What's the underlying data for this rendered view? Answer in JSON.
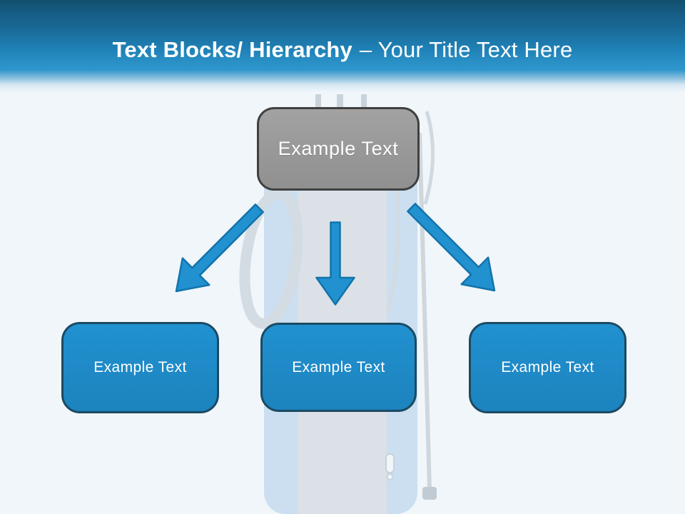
{
  "header": {
    "title_bold": "Text Blocks/ Hierarchy",
    "title_regular": "– Your Title Text Here"
  },
  "diagram": {
    "root": {
      "label": "Example Text"
    },
    "children": [
      {
        "label": "Example Text"
      },
      {
        "label": "Example Text"
      },
      {
        "label": "Example Text"
      }
    ],
    "arrows": [
      "down-left",
      "down",
      "down-right"
    ]
  },
  "background": {
    "watermark": "golf-bag-photo-watermark"
  },
  "colors": {
    "header_top": "#134f6e",
    "header_mid": "#2185bd",
    "page_background": "#f1f6fa",
    "root_fill": "#9a9a9a",
    "root_border": "#404040",
    "child_fill": "#1e88c4",
    "child_border": "#1b4a63",
    "arrow_fill": "#2191d0",
    "arrow_stroke": "#1274aa",
    "title_text": "#ffffff",
    "box_text": "#ffffff"
  }
}
